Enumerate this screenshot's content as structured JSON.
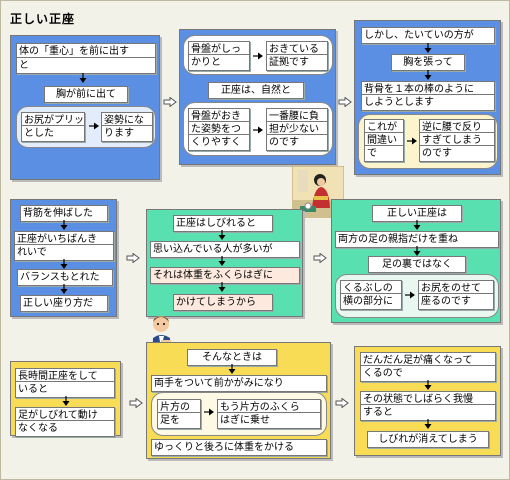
{
  "title": "正しい正座",
  "panels": {
    "p1": {
      "line1": "体の「重心」を前に出す",
      "line2": "と",
      "chest": "胸が前に出て",
      "hip1": "お尻がプリッ",
      "hip2": "とした",
      "posture1": "姿勢にな",
      "posture2": "ります"
    },
    "p2": {
      "pelvis1": "骨盤がしっ",
      "pelvis2": "かりと",
      "proof1": "おきている",
      "proof2": "証拠です",
      "natural": "正座は、自然と",
      "easy1": "骨盤がおき",
      "easy2": "た姿勢をつ",
      "easy3": "くりやすく",
      "burden1": "一番腰に負",
      "burden2": "担が少ない",
      "burden3": "のです"
    },
    "p3": {
      "but": "しかし、たいていの方が",
      "chest": "胸を張って",
      "spine1": "背骨を１本の棒のように",
      "spine2": "しようとします",
      "wrong1": "これが",
      "wrong2": "間違い",
      "wrong3": "で",
      "back1": "逆に腰で反り",
      "back2": "すぎてしまう",
      "back3": "のです"
    },
    "p4": {
      "stretch": "背筋を伸ばした",
      "best1": "正座がいちばんき",
      "best2": "れいで",
      "balance": "バランスもとれた",
      "correct": "正しい座り方だ"
    },
    "p5": {
      "numb": "正座はしびれると",
      "believe": "思い込んでいる人が多いが",
      "weight": "それは体重をふくらはぎに",
      "apply": "かけてしまうから"
    },
    "p6": {
      "head": "正しい正座は",
      "thumbs": "両方の足の親指だけを重ね",
      "heel": "足の裏ではなく",
      "ankle1": "くるぶしの",
      "ankle2": "横の部分に",
      "hips1": "お尻をのせて",
      "hips2": "座るのです"
    },
    "p7": {
      "long1": "長時間正座をして",
      "long2": "いると",
      "numb1": "足がしびれて動け",
      "numb2": "なくなる"
    },
    "p8": {
      "then": "そんなときは",
      "hands": "両手をついて前かがみになり",
      "one1": "片方の",
      "one2": "足を",
      "other1": "もう片方のふくら",
      "other2": "はぎに乗せ",
      "slow": "ゆっくりと後ろに体重をかける"
    },
    "p9": {
      "hurt1": "だんだん足が痛くなって",
      "hurt2": "くるので",
      "wait1": "その状態でしばらく我慢",
      "wait2": "すると",
      "gone": "しびれが消えてしまう"
    }
  }
}
